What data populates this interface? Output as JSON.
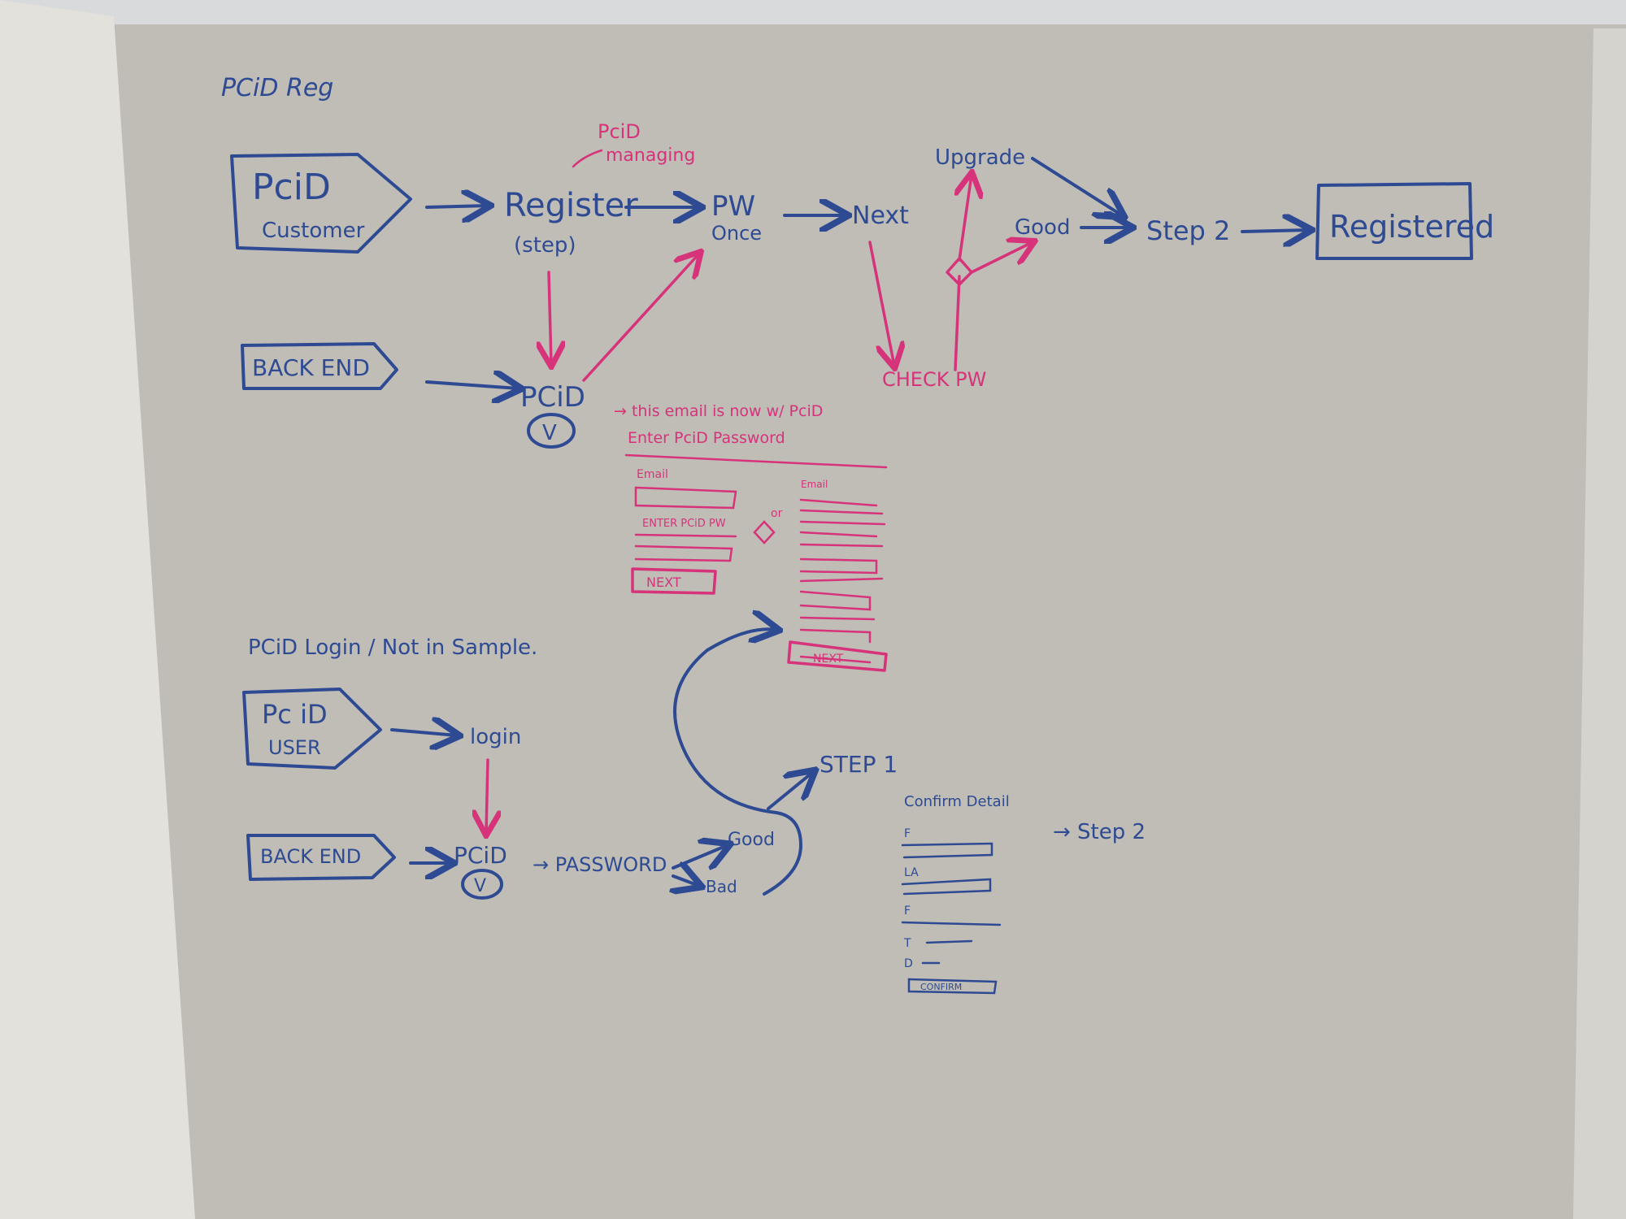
{
  "section1": {
    "title": "PCiD Reg",
    "customer": [
      "PciD",
      "Customer"
    ],
    "backend": "BACK END",
    "register": [
      "Register",
      "(step)"
    ],
    "pcid_managing": [
      "PciD",
      "managing"
    ],
    "pw_once": [
      "PW",
      "Once"
    ],
    "next": "Next",
    "upgrade": "Upgrade",
    "good": "Good",
    "step2": "Step 2",
    "registered": "Registered",
    "check_pw": "CHECK PW",
    "pcid_v": [
      "PCiD",
      "V"
    ],
    "note": [
      "→ this email is now w/ PciD",
      "Enter PciD Password"
    ]
  },
  "wireframe_left": {
    "email_label": "Email",
    "pw_label": "ENTER PCiD PW",
    "next_button": "NEXT",
    "or_label": "or"
  },
  "wireframe_right": {
    "email_label": "Email",
    "next_button": "NEXT"
  },
  "section2": {
    "title": "PCiD Login / Not in Sample.",
    "user": [
      "Pc iD",
      "USER"
    ],
    "login": "login",
    "backend": "BACK END",
    "pcid_v": [
      "PCiD",
      "V"
    ],
    "password": "→ PASSWORD",
    "good": "Good",
    "bad": "Bad",
    "step1": "STEP 1",
    "confirm_title": "Confirm Detail",
    "step2": "→ Step 2",
    "field_labels": [
      "F",
      "LA",
      "F",
      "T",
      "D"
    ],
    "confirm_button": "CONFIRM"
  },
  "colors": {
    "board": "#ecebe6",
    "marker_blue": "#2e4a93",
    "marker_pink": "#d6337b"
  }
}
